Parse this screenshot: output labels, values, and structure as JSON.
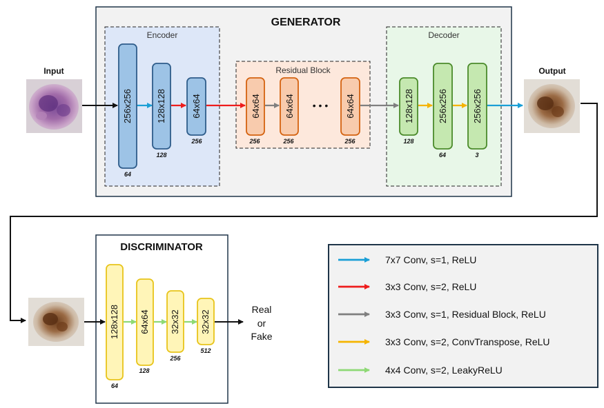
{
  "colors": {
    "cyan_arrow": "#1a9fd6",
    "red_arrow": "#ee1c1c",
    "gray_arrow": "#7f7f7f",
    "orange_arrow": "#f5b400",
    "green_arrow": "#8ed975",
    "encoder_fill": "#dde7f8",
    "residual_fill": "#fde8dc",
    "decoder_fill": "#e8f7e8",
    "generator_fill": "#f2f2f2"
  },
  "generator": {
    "title": "GENERATOR",
    "input_label": "Input",
    "output_label": "Output",
    "encoder": {
      "title": "Encoder",
      "blocks": [
        {
          "label": "256x256",
          "channels": "64"
        },
        {
          "label": "128x128",
          "channels": "128"
        },
        {
          "label": "64x64",
          "channels": "256"
        }
      ]
    },
    "residual": {
      "title": "Residual Block",
      "blocks": [
        {
          "label": "64x64",
          "channels": "256"
        },
        {
          "label": "64x64",
          "channels": "256"
        },
        {
          "label": "64x64",
          "channels": "256"
        }
      ],
      "ellipsis": "• • •"
    },
    "decoder": {
      "title": "Decoder",
      "blocks": [
        {
          "label": "128x128",
          "channels": "128"
        },
        {
          "label": "256x256",
          "channels": "64"
        },
        {
          "label": "256x256",
          "channels": "3"
        }
      ]
    }
  },
  "discriminator": {
    "title": "DISCRIMINATOR",
    "blocks": [
      {
        "label": "128x128",
        "channels": "64"
      },
      {
        "label": "64x64",
        "channels": "128"
      },
      {
        "label": "32x32",
        "channels": "256"
      },
      {
        "label": "32x32",
        "channels": "512"
      }
    ],
    "output_lines": [
      "Real",
      "or",
      "Fake"
    ]
  },
  "legend": {
    "items": [
      {
        "color": "#1a9fd6",
        "label": "7x7 Conv, s=1, ReLU"
      },
      {
        "color": "#ee1c1c",
        "label": "3x3 Conv, s=2, ReLU"
      },
      {
        "color": "#7f7f7f",
        "label": "3x3 Conv, s=1, Residual Block, ReLU"
      },
      {
        "color": "#f5b400",
        "label": "3x3 Conv, s=2, ConvTranspose, ReLU"
      },
      {
        "color": "#8ed975",
        "label": "4x4 Conv, s=2, LeakyReLU"
      }
    ]
  }
}
